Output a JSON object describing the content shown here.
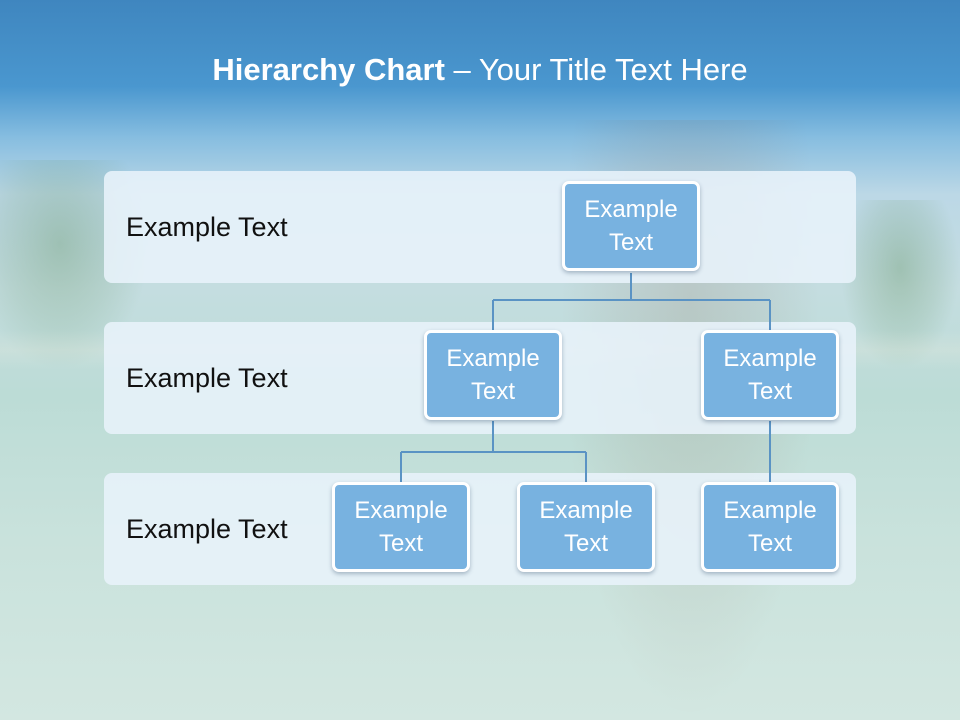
{
  "title": {
    "bold": "Hierarchy Chart",
    "rest": " – Your Title Text Here"
  },
  "levels": [
    {
      "label": "Example Text"
    },
    {
      "label": "Example Text"
    },
    {
      "label": "Example Text"
    }
  ],
  "nodes": {
    "root": "Example Text",
    "mid_left": "Example Text",
    "mid_right": "Example Text",
    "leaf_1": "Example Text",
    "leaf_2": "Example Text",
    "leaf_3": "Example Text"
  },
  "colors": {
    "node": "#78b2e0",
    "connector": "#5a93c4",
    "band": "#e8f2fa",
    "title": "#ffffff"
  }
}
